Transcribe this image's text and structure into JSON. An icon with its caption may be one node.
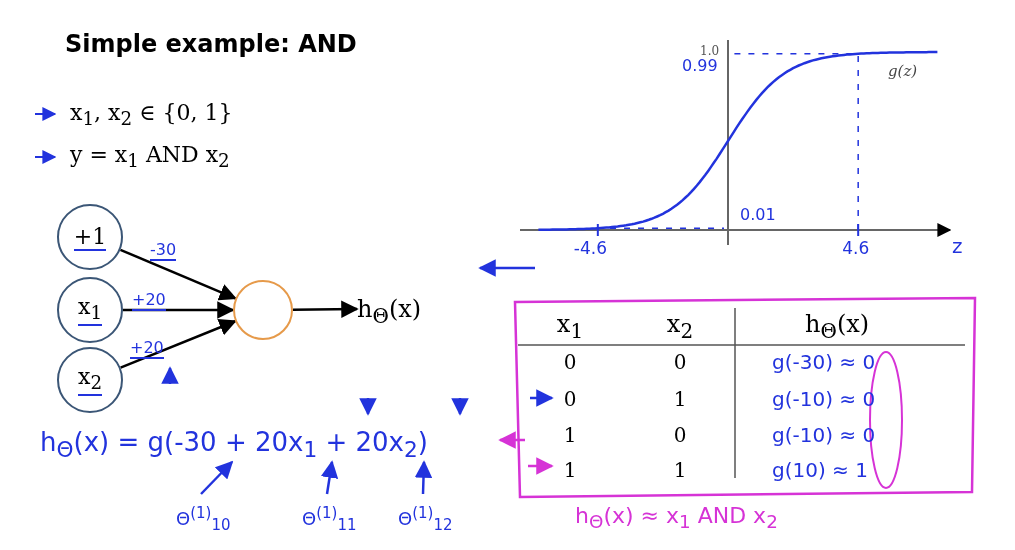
{
  "diagram": {
    "title": "Simple example: AND",
    "nodes": [
      {
        "text": [
          "+1"
        ]
      },
      {
        "text": [
          "x$_{1}$"
        ]
      },
      {
        "text": [
          "x$_{2}$"
        ]
      },
      {
        "text": [],
        "shape": "circle"
      },
      {
        "text": [
          "h$_{Θ}$(x)"
        ]
      },
      {
        "text": [
          "Θ$^{(1)}$$_{10}$"
        ]
      },
      {
        "text": [
          "Θ$^{(1)}$$_{11}$"
        ]
      },
      {
        "text": [
          "Θ$^{(1)}$$_{12}$"
        ]
      },
      {
        "text": [
          "h$_{Θ}$(x) = g(-30 + 20x$_{1}$ + 20x$_{2}$)"
        ]
      }
    ],
    "edges": [
      {
        "from": 0,
        "to": 3,
        "arrow": "to",
        "label": "-30"
      },
      {
        "from": 1,
        "to": 3,
        "arrow": "to",
        "label": "+20"
      },
      {
        "from": 2,
        "to": 3,
        "arrow": "to",
        "label": "+20"
      },
      {
        "from": 3,
        "to": 4,
        "arrow": "to"
      },
      {
        "from": 5,
        "to": 8,
        "arrow": "to",
        "color": "#2233dd"
      },
      {
        "from": 6,
        "to": 8,
        "arrow": "to",
        "color": "#2233dd"
      },
      {
        "from": 7,
        "to": 8,
        "arrow": "to",
        "color": "#2233dd"
      }
    ],
    "labels": [
      "x$_{1}$, x$_{2}$ ∈ {0, 1}",
      "y = x$_{1}$ AND x$_{2}$",
      "1.0",
      "0.99",
      "g(z)",
      "0.01",
      "-4.6",
      "4.6",
      "z",
      "x$_{1}$",
      "x$_{2}$",
      "h$_{Θ}$(x)",
      "0",
      "0",
      "g(-30) ≈ 0",
      "0",
      "1",
      "g(-10) ≈ 0",
      "1",
      "0",
      "g(-10) ≈ 0",
      "1",
      "1",
      "g(10) ≈ 1",
      "h$_{Θ}$(x) ≈ x$_{1}$ AND x$_{2}$"
    ]
  }
}
